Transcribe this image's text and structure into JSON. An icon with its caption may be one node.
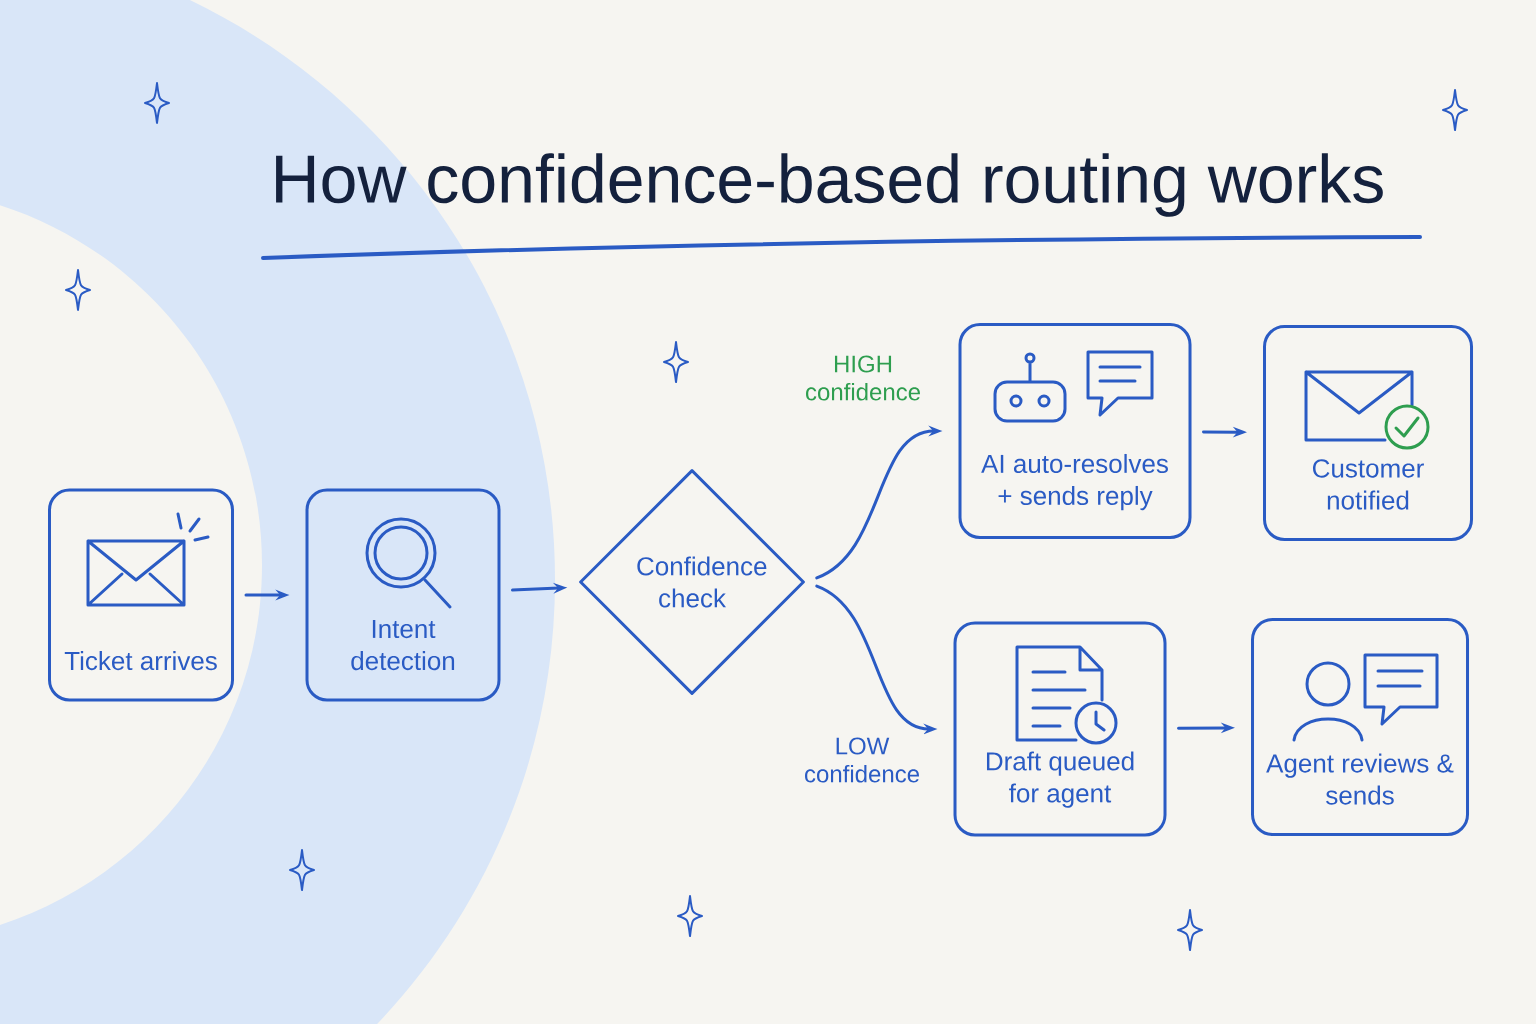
{
  "diagram": {
    "title": "How confidence-based routing works",
    "nodes": [
      {
        "text": [
          "Ticket arrives"
        ]
      },
      {
        "text": [
          "Intent detection"
        ]
      },
      {
        "text": [
          "Confidence check"
        ]
      },
      {
        "text": [
          "AI auto-resolves + sends reply"
        ]
      },
      {
        "text": [
          "Customer notified"
        ]
      },
      {
        "text": [
          "Draft queued for agent"
        ]
      },
      {
        "text": [
          "Agent reviews & sends"
        ]
      }
    ],
    "edges": [
      {
        "from": 0,
        "to": 1,
        "arrow": "to"
      },
      {
        "from": 1,
        "to": 2,
        "arrow": "to"
      },
      {
        "from": 2,
        "to": 3,
        "arrow": "to",
        "label": "HIGH confidence"
      },
      {
        "from": 2,
        "to": 5,
        "arrow": "to",
        "label": "LOW confidence"
      },
      {
        "from": 3,
        "to": 4,
        "arrow": "to"
      },
      {
        "from": 5,
        "to": 6,
        "arrow": "to"
      }
    ]
  }
}
